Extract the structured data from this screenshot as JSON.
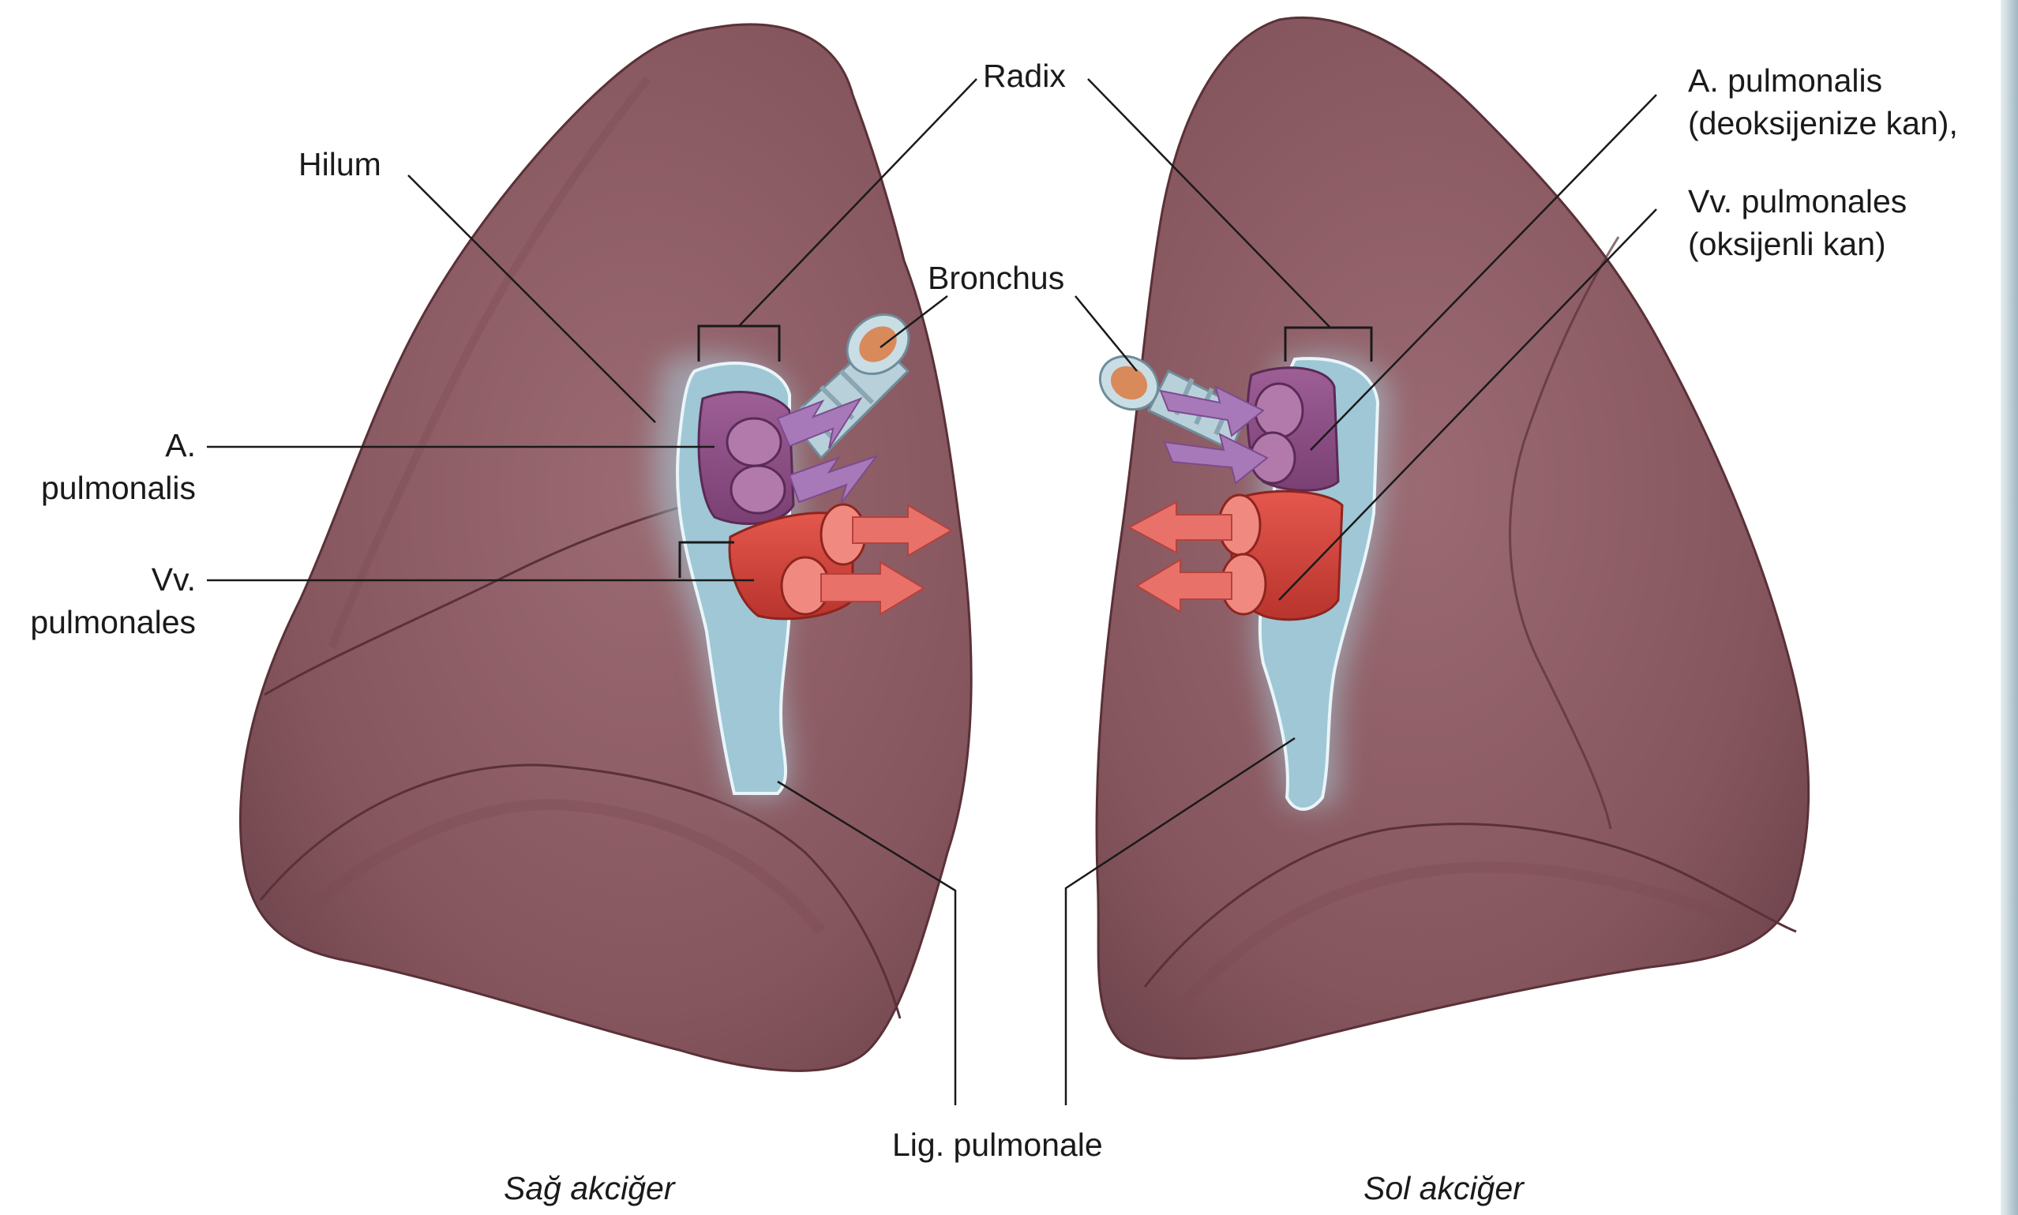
{
  "labels": {
    "radix": "Radix",
    "hilum": "Hilum",
    "bronchus": "Bronchus",
    "a_pulmonalis_right_line1": "A.",
    "a_pulmonalis_right_line2": "pulmonalis",
    "vv_pulmonales_right_line1": "Vv.",
    "vv_pulmonales_right_line2": "pulmonales",
    "a_pulmonalis_left_line1": "A. pulmonalis",
    "a_pulmonalis_left_line2": "(deoksijenize kan),",
    "vv_pulmonales_left_line1": "Vv. pulmonales",
    "vv_pulmonales_left_line2": "(oksijenli kan)",
    "lig_pulmonale": "Lig. pulmonale"
  },
  "captions": {
    "right_lung": "Sağ akciğer",
    "left_lung": "Sol akciğer"
  },
  "colors": {
    "lung": "#8a5a62",
    "lung_shadow": "#6e434b",
    "pleura": "#a9cfdc",
    "artery": "#8c4f86",
    "vein": "#d9473e",
    "bronchus": "#b8d0da",
    "arrow_purple": "#a779b8",
    "arrow_red": "#e8716a"
  }
}
